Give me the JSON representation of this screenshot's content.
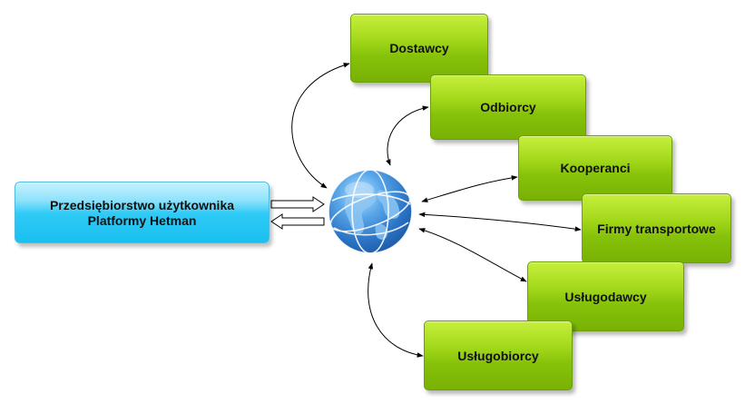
{
  "diagram": {
    "enterprise": {
      "line1": "Przedsiębiorstwo użytkownika",
      "line2": "Platformy Hetman"
    },
    "partners": [
      {
        "id": "dostawcy",
        "label": "Dostawcy"
      },
      {
        "id": "odbiorcy",
        "label": "Odbiorcy"
      },
      {
        "id": "kooperanci",
        "label": "Kooperanci"
      },
      {
        "id": "transport",
        "label": "Firmy transportowe"
      },
      {
        "id": "uslugodawcy",
        "label": "Usługodawcy"
      },
      {
        "id": "uslugobiorcy",
        "label": "Usługobiorcy"
      }
    ],
    "center_icon": "globe-icon",
    "colors": {
      "partner_fill": "#8ac50c",
      "enterprise_fill": "#1ec2f2",
      "globe": "#3d8fd8",
      "connector": "#000000"
    }
  }
}
